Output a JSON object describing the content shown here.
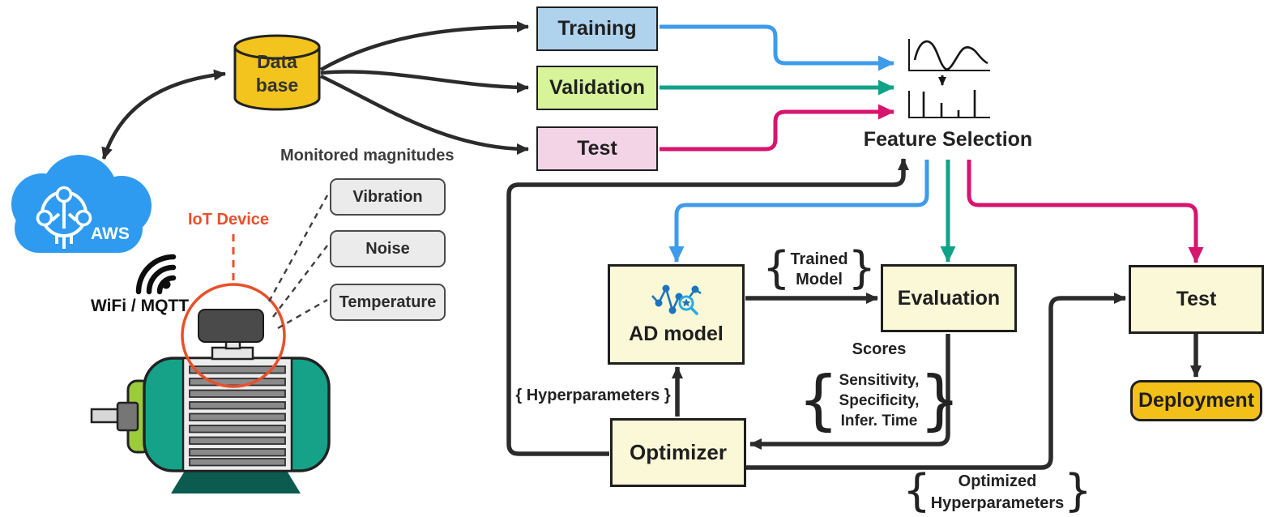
{
  "palette": {
    "flow_training": "#3E9BEA",
    "flow_validation": "#10A287",
    "flow_test": "#D5156E",
    "arrow_black": "#2b2b2b",
    "accent_red": "#E8502B",
    "cloud_blue": "#2E9BF0",
    "database_yellow": "#F2C41D",
    "deployment_gold": "#F2C018",
    "node_cream": "#FBF8D7"
  },
  "cloud": {
    "label": "AWS"
  },
  "database": {
    "label": "Data\nbase"
  },
  "connectivity": {
    "wifi_label": "WiFi / MQTT",
    "iot_device_label": "IoT Device"
  },
  "monitored": {
    "title": "Monitored magnitudes",
    "items": [
      {
        "label": "Vibration"
      },
      {
        "label": "Noise"
      },
      {
        "label": "Temperature"
      }
    ]
  },
  "datasets": [
    {
      "label": "Training",
      "fill": "#AFD3ED",
      "flow_color": "#3E9BEA"
    },
    {
      "label": "Validation",
      "fill": "#D7F49B",
      "flow_color": "#10A287"
    },
    {
      "label": "Test",
      "fill": "#F3D4E6",
      "flow_color": "#D5156E"
    }
  ],
  "feature_selection": {
    "label": "Feature Selection"
  },
  "nodes": {
    "ad_model": {
      "label": "AD model",
      "fill": "#FBF8D7"
    },
    "evaluation": {
      "label": "Evaluation",
      "fill": "#FBF8D7"
    },
    "optimizer": {
      "label": "Optimizer",
      "fill": "#FBF8D7"
    },
    "test": {
      "label": "Test",
      "fill": "#FBF8D7"
    },
    "deployment": {
      "label": "Deployment",
      "fill": "#F2C018"
    }
  },
  "edge_labels": {
    "trained_model": "Trained\nModel",
    "scores_title": "Scores",
    "scores_items": "Sensitivity,\nSpecificity,\nInfer. Time",
    "hyperparameters": "{ Hyperparameters }",
    "optimized_hyperparameters": "Optimized\nHyperparameters",
    "brace_open": "{",
    "brace_close": "}"
  },
  "icons": [
    "aws-cloud-icon",
    "iot-circuit-icon",
    "wifi-icon",
    "database-icon",
    "motor-icon",
    "iot-sensor-icon",
    "sensor-highlight-ring",
    "waveform-icon",
    "spectrum-icon",
    "down-arrow-icon",
    "anomaly-detection-icon"
  ]
}
